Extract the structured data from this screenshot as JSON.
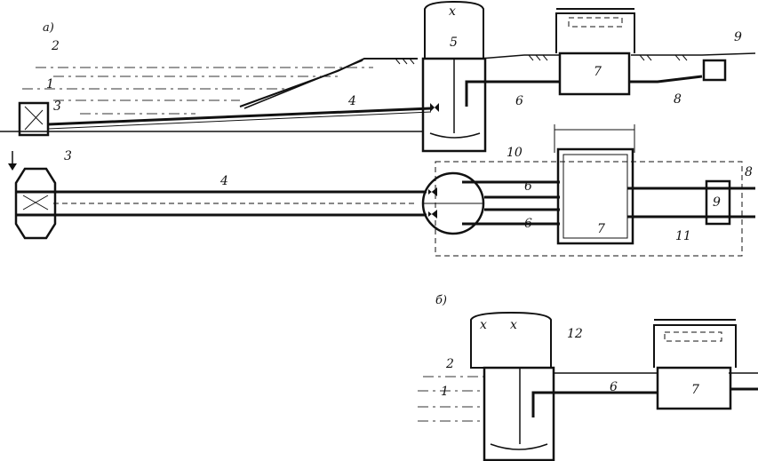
{
  "diagram": {
    "panel_labels": {
      "a": "а)",
      "b": "б)"
    },
    "markers": {
      "m1": "1",
      "m2": "2",
      "m3": "3",
      "m4": "4",
      "m5": "5",
      "m6": "6",
      "m7": "7",
      "m8": "8",
      "m9": "9",
      "m10": "10",
      "m11": "11",
      "m12": "12"
    }
  }
}
